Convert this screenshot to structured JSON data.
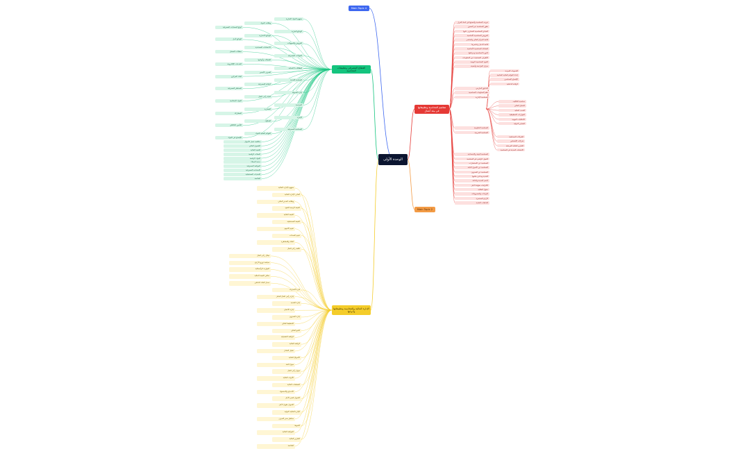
{
  "root": {
    "label": "الوحدة الأولى"
  },
  "colors": {
    "red": "#e53935",
    "blue": "#3d67f0",
    "orange": "#f39b45",
    "green": "#14c47e",
    "yellow": "#f4cc2a",
    "root": "#0b1530"
  },
  "topics": {
    "red": "مفاهيم المحاسبة وتطبيقاتها في بيئة أعمال",
    "blue": "Main Topic 4",
    "orange": "Main Topic 2",
    "green": "القطاع المصرفي وتطبيقات المحاسبة",
    "yellow": "الإدارة المالية والمحاسبة وتطبيقاتها وأدواتها"
  },
  "red_leaves": [
    "تعريف المحاسبة وأهميتها في اتخاذ القرار",
    "تطور المحاسبة عبر العصور",
    "المبادئ المحاسبية المتعارف عليها",
    "الفروض المحاسبية الأساسية",
    "قائمة المركز المالي والعناصر",
    "قائمة الدخل وعناصرها",
    "المعادلة المحاسبية الأساسية",
    "الدورة المحاسبية ومراحلها",
    "الأطراف المستفيدة من المعلومات المحاسبية",
    "القيود المحاسبية اليومية",
    "ميزان المراجعة وأهميته",
    "التسويات الجردية",
    "إعداد القوائم المالية الختامية",
    "الإفصاح المحاسبي",
    "الرقابة الداخلية",
    "التدقيق الخارجي",
    "نظم المعلومات المحاسبية",
    "المحاسبة الإدارية",
    "محاسبة التكاليف",
    "التحليل المالي",
    "النسب المالية",
    "الموازنات التخطيطية",
    "الأخلاقيات المهنية",
    "المعايير الدولية",
    "المحاسبة الحكومية",
    "المحاسبة الضريبية",
    "الشركات المساهمة",
    "شركات الأشخاص",
    "التقارير المالية المرحلية",
    "الاتجاهات الحديثة في المحاسبة",
    "المحاسبة البيئية والاجتماعية",
    "التحول الرقمي في المحاسبة",
    "المحاسبة عن الاستثمارات",
    "المحاسبة عن الأصول الثابتة",
    "المحاسبة عن المخزون",
    "النقدية وما في حكمها",
    "الذمم المدينة والدائنة",
    "الالتزامات طويلة الأجل",
    "حقوق الملكية",
    "الإيرادات والمصروفات",
    "الأرباح المحتجزة",
    "التدفقات النقدية"
  ],
  "green_leaves": [
    "مفهوم البنوك التجارية",
    "وظائف البنوك",
    "أنواع الحسابات المصرفية",
    "الودائع الجارية",
    "الودائع الادخارية",
    "الودائع لأجل",
    "القروض والتسهيلات",
    "الاعتمادات المستندية",
    "خطابات الضمان",
    "الحوالات المصرفية",
    "الشيكات وأنواعها",
    "الخدمات الإلكترونية",
    "البطاقات الائتمانية",
    "الصرف الأجنبي",
    "البنك المركزي",
    "السياسة النقدية",
    "الرقابة المصرفية",
    "المخاطر المصرفية",
    "إدارة السيولة",
    "كفاية رأس المال",
    "البنوك الإسلامية",
    "المرابحة",
    "المضاربة",
    "المشاركة",
    "الإجارة",
    "الصكوك",
    "التأمين التكافلي",
    "المحاسبة المصرفية",
    "القوائم المالية للبنوك",
    "الإفصاح في البنوك",
    "مكافحة غسل الأموال",
    "الشمول المالي",
    "التقنية المالية",
    "العملات الرقمية",
    "البنوك الرقمية",
    "خدمة العملاء",
    "الحوكمة المصرفية",
    "الاستدامة المصرفية",
    "التحديات المستقبلية",
    "الخلاصة"
  ],
  "yellow_leaves": [
    "مفهوم الإدارة المالية",
    "أهداف الإدارة المالية",
    "وظائف المدير المالي",
    "القيمة الزمنية للنقود",
    "القيمة الحالية",
    "القيمة المستقبلية",
    "تقييم الأسهم",
    "تقييم السندات",
    "العائد والمخاطرة",
    "تكلفة رأس المال",
    "هيكل رأس المال",
    "سياسة توزيع الأرباح",
    "الموازنة الرأسمالية",
    "صافي القيمة الحالية",
    "معدل العائد الداخلي",
    "فترة الاسترداد",
    "إدارة رأس المال العامل",
    "إدارة النقدية",
    "إدارة الائتمان",
    "إدارة المخزون",
    "التخطيط المالي",
    "التنبؤ المالي",
    "الرافعة التشغيلية",
    "الرافعة المالية",
    "تحليل التعادل",
    "الأسواق المالية",
    "سوق النقد",
    "سوق رأس المال",
    "الأدوات المالية",
    "المشتقات المالية",
    "الاندماج والاستحواذ",
    "التمويل قصير الأجل",
    "التمويل طويل الأجل",
    "الإدارة المالية الدولية",
    "مخاطر سعر الصرف",
    "التحوط",
    "الحوكمة المالية",
    "التقارير المالية",
    "الخلاصة"
  ]
}
